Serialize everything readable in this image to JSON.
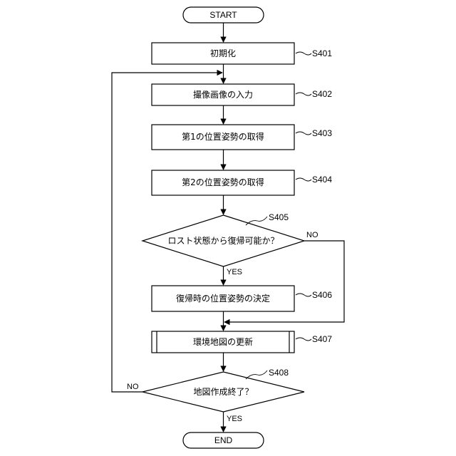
{
  "flowchart": {
    "start": "START",
    "end": "END",
    "steps": [
      {
        "label": "初期化",
        "id": "S401"
      },
      {
        "label": "撮像画像の入力",
        "id": "S402"
      },
      {
        "label": "第1の位置姿勢の取得",
        "id": "S403"
      },
      {
        "label": "第2の位置姿勢の取得",
        "id": "S404"
      },
      {
        "label": "ロスト状態から復帰可能か？",
        "id": "S405"
      },
      {
        "label": "復帰時の位置姿勢の決定",
        "id": "S406"
      },
      {
        "label": "環境地図の更新",
        "id": "S407"
      },
      {
        "label": "地図作成終了？",
        "id": "S408"
      }
    ],
    "branches": {
      "s405_yes": "YES",
      "s405_no": "NO",
      "s408_yes": "YES",
      "s408_no": "NO"
    }
  }
}
